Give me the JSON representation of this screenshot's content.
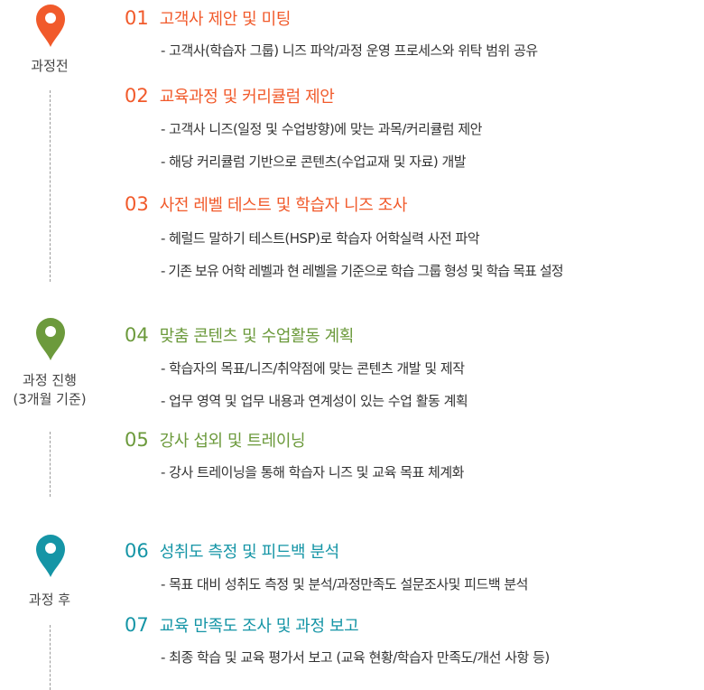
{
  "colors": {
    "phase1": "#f15a2b",
    "phase2": "#6c9a3c",
    "phase3": "#1595a6"
  },
  "phases": [
    {
      "label": "과정전",
      "pin_icon": "location-pin-icon",
      "steps": [
        {
          "num": "01",
          "title": "고객사 제안 및 미팅",
          "bullets": [
            "- 고객사(학습자 그룹) 니즈 파악/과정 운영 프로세스와 위탁 범위 공유"
          ]
        },
        {
          "num": "02",
          "title": "교육과정 및 커리큘럼 제안",
          "bullets": [
            "- 고객사 니즈(일정 및 수업방향)에 맞는 과목/커리큘럼 제안",
            "- 해당 커리큘럼 기반으로 콘텐츠(수업교재 및 자료) 개발"
          ]
        },
        {
          "num": "03",
          "title": "사전 레벨 테스트 및 학습자 니즈 조사",
          "bullets": [
            "- 헤럴드 말하기 테스트(HSP)로 학습자 어학실력 사전 파악",
            "- 기존 보유 어학 레벨과 현 레벨을 기준으로 학습 그룹 형성 및 학습 목표 설정"
          ]
        }
      ]
    },
    {
      "label_line1": "과정 진행",
      "label_line2": "(3개월 기준)",
      "pin_icon": "location-pin-icon",
      "steps": [
        {
          "num": "04",
          "title": "맞춤 콘텐츠 및 수업활동 계획",
          "bullets": [
            "- 학습자의 목표/니즈/취약점에 맞는 콘텐츠 개발 및 제작",
            "- 업무 영역 및 업무 내용과 연계성이 있는 수업 활동 계획"
          ]
        },
        {
          "num": "05",
          "title": "강사 섭외 및 트레이닝",
          "bullets": [
            "- 강사 트레이닝을 통해 학습자 니즈 및 교육 목표 체계화"
          ]
        }
      ]
    },
    {
      "label": "과정 후",
      "pin_icon": "location-pin-icon",
      "steps": [
        {
          "num": "06",
          "title": "성취도 측정 및 피드백 분석",
          "bullets": [
            "- 목표 대비 성취도 측정 및 분석/과정만족도 설문조사및 피드백 분석"
          ]
        },
        {
          "num": "07",
          "title": "교육 만족도 조사 및 과정 보고",
          "bullets": [
            "- 최종 학습 및 교육 평가서 보고 (교육 현황/학습자 만족도/개선 사항 등)"
          ]
        }
      ]
    }
  ]
}
